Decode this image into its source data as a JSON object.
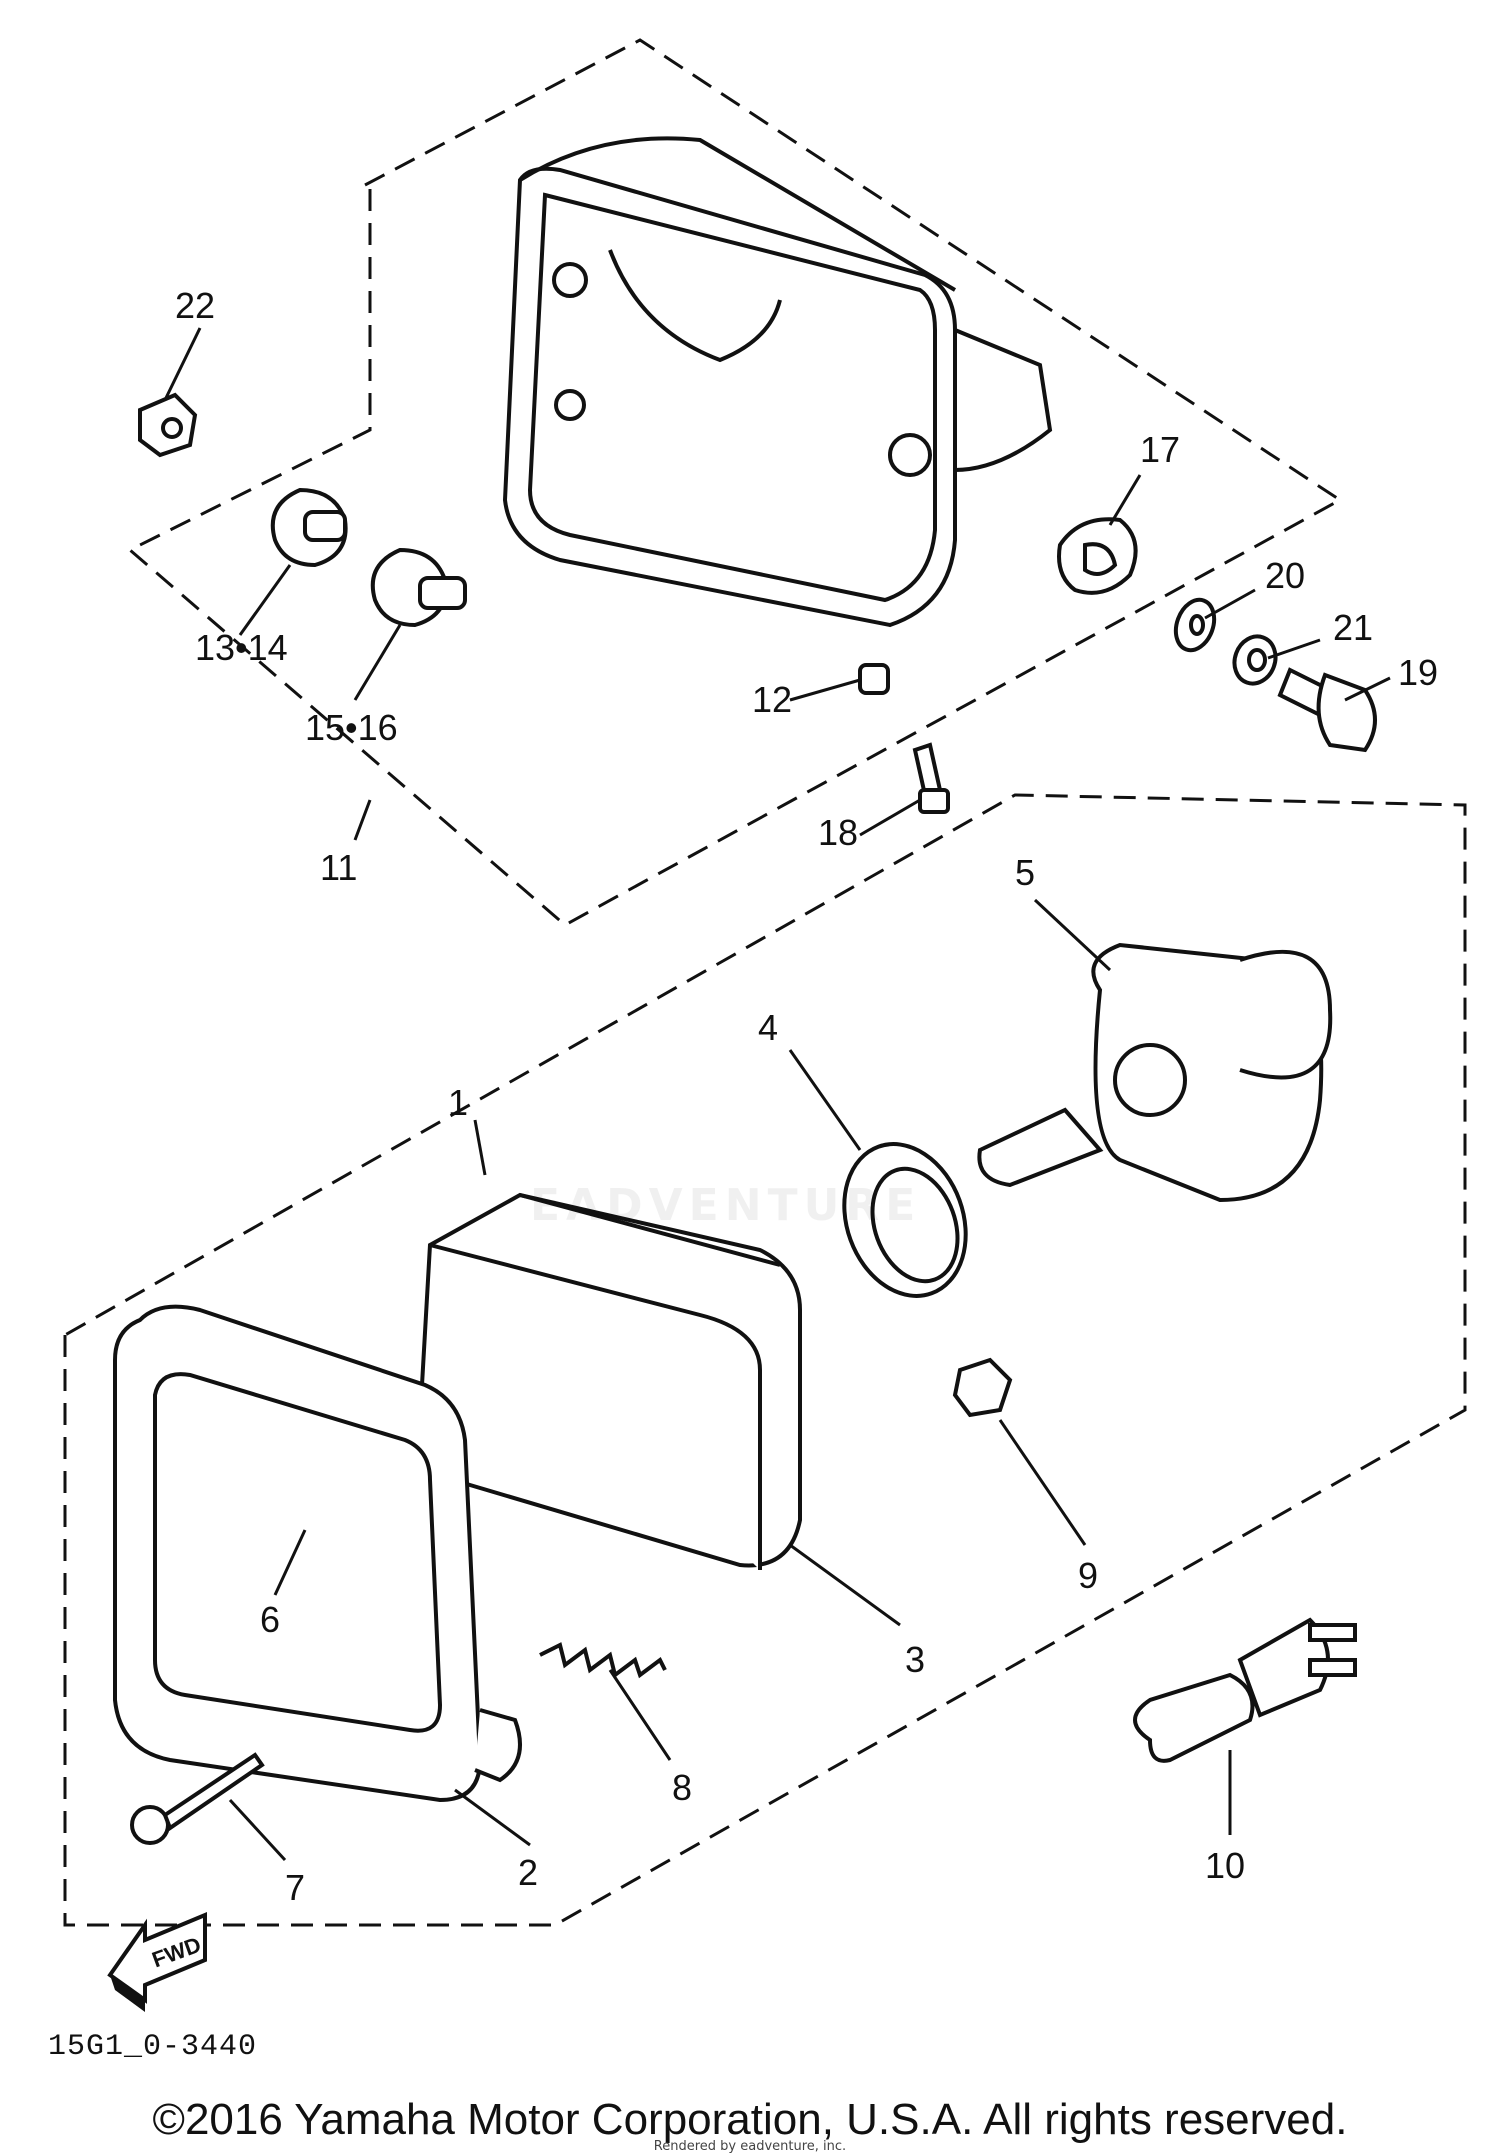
{
  "diagram": {
    "callouts": {
      "c1": "1",
      "c2": "2",
      "c3": "3",
      "c4": "4",
      "c5": "5",
      "c6": "6",
      "c7": "7",
      "c8": "8",
      "c9": "9",
      "c10": "10",
      "c11": "11",
      "c12": "12",
      "c13_14": "13•14",
      "c15_16": "15•16",
      "c17": "17",
      "c18": "18",
      "c19": "19",
      "c20": "20",
      "c21": "21",
      "c22": "22"
    },
    "fwd_label": "FWD",
    "diagram_code": "15G1_0-3440",
    "watermark": "EADVENTURE",
    "copyright": "©2016 Yamaha Motor Corporation, U.S.A. All rights reserved.",
    "rendered_by": "Rendered by eadventure, inc."
  }
}
